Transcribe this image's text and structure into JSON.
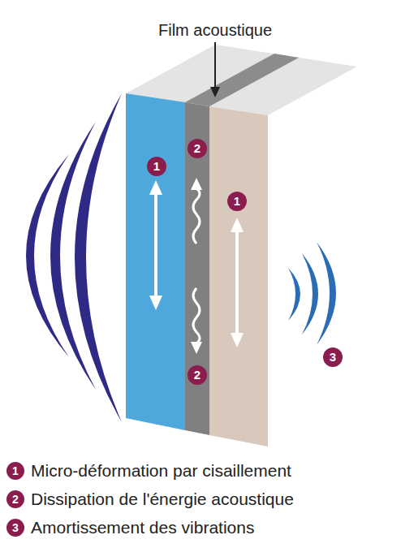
{
  "diagram": {
    "labels": [
      "Film acoustique",
      "1",
      "2",
      "1",
      "2",
      "3",
      "1",
      "2",
      "3"
    ],
    "legend": [
      {
        "text": "Micro-déformation par cisaillement",
        "color": "#8b1c4e"
      },
      {
        "text": "Dissipation de l'énergie acoustique",
        "color": "#8b1c4e"
      },
      {
        "text": "Amortissement des vibrations",
        "color": "#8b1c4e"
      }
    ]
  }
}
